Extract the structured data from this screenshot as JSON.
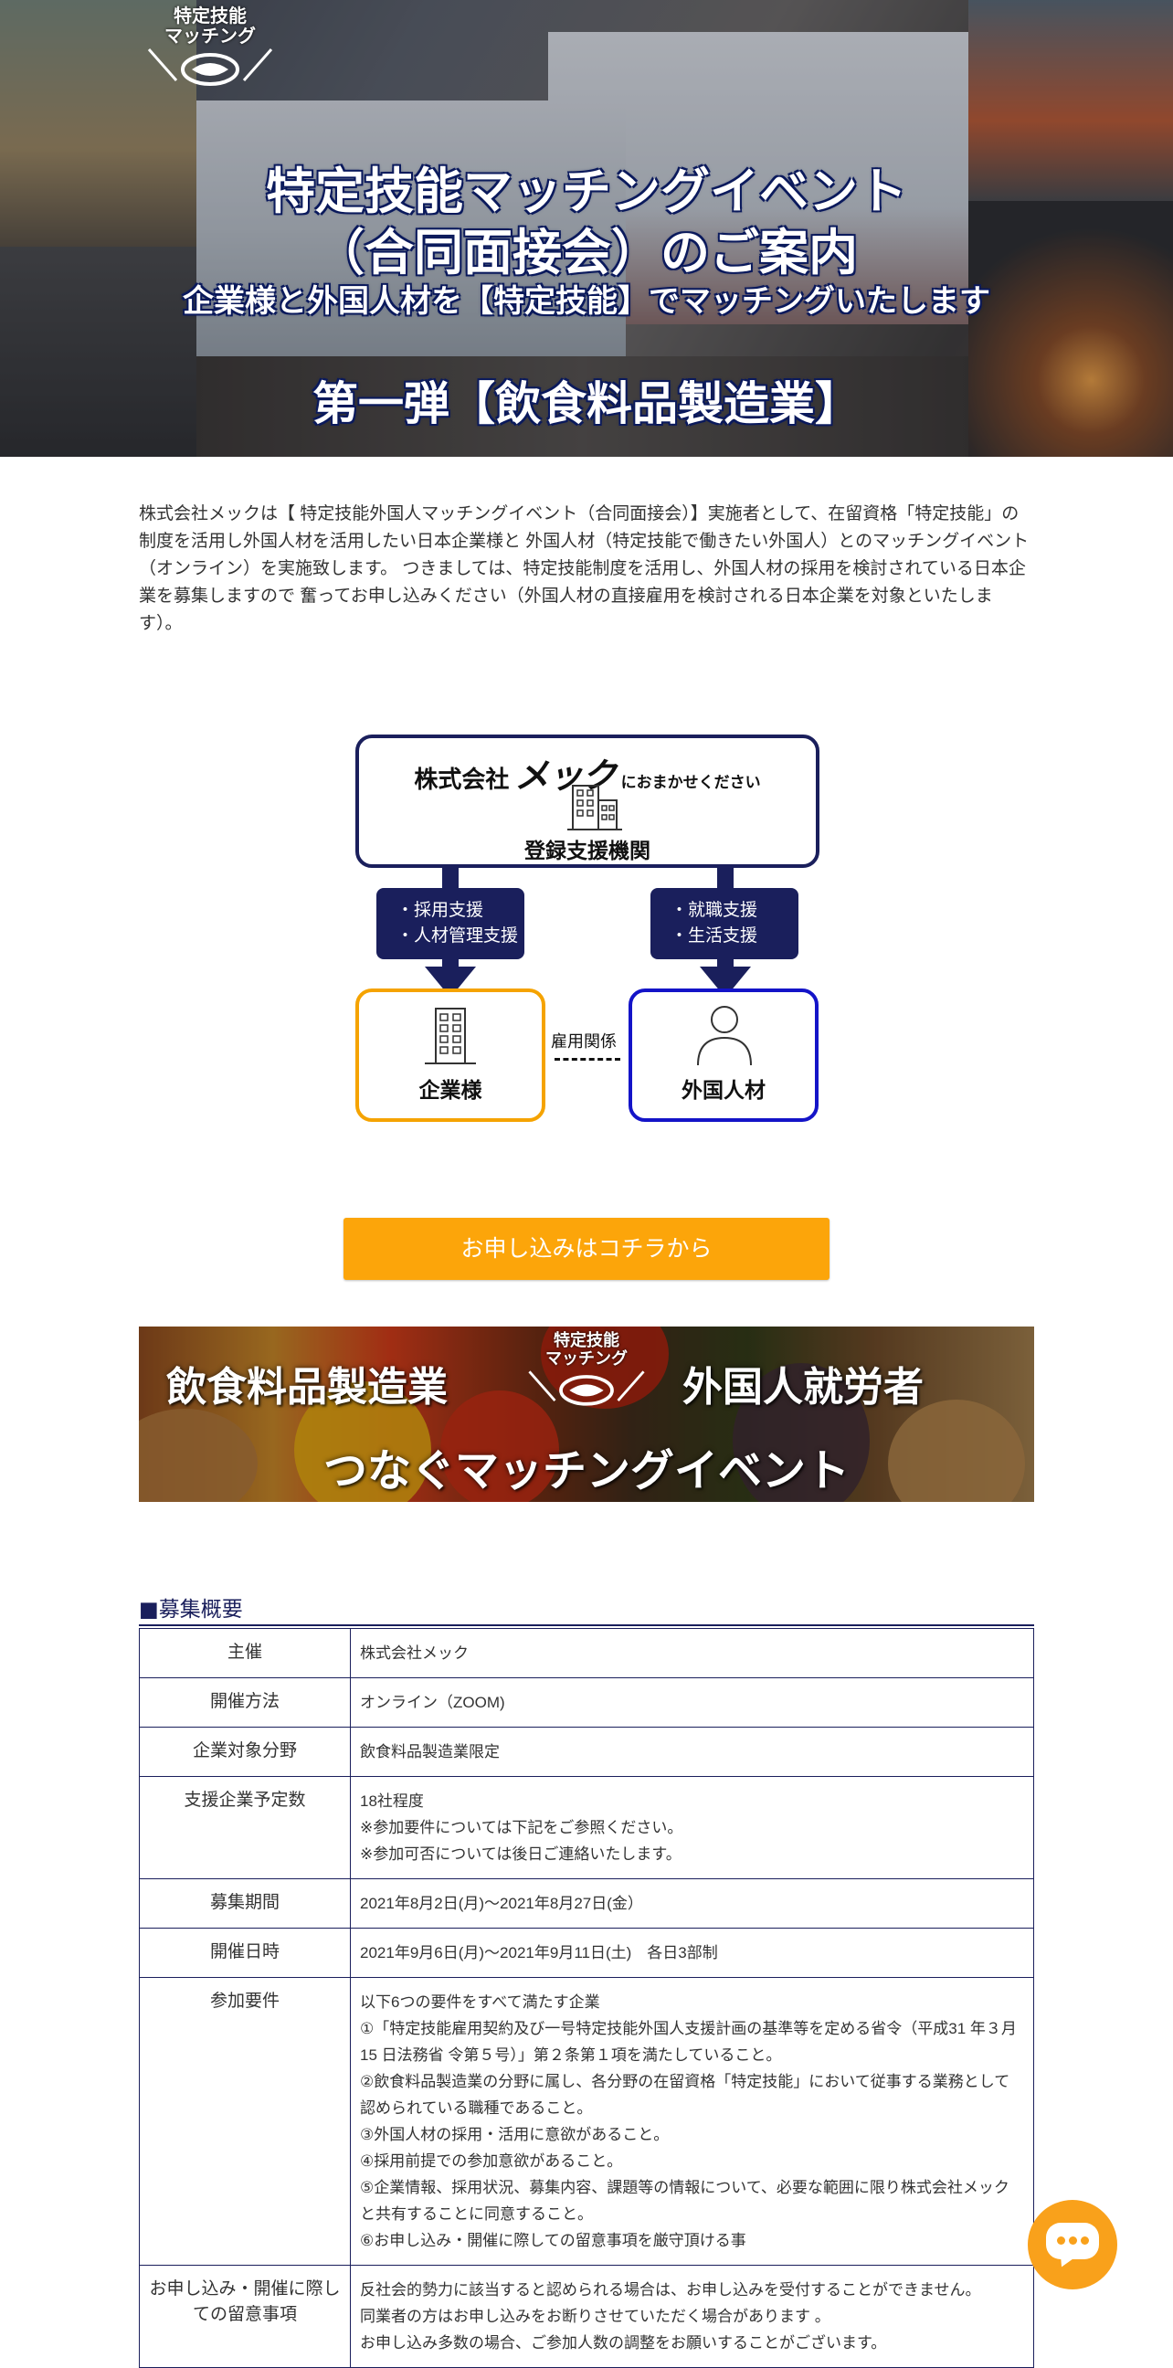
{
  "hero": {
    "logo_line1": "特定技能",
    "logo_line2": "マッチング",
    "title_line1": "特定技能マッチングイベント",
    "title_line2": "（合同面接会）のご案内",
    "subtitle": "企業様と外国人材を【特定技能】でマッチングいたします",
    "edition": "第一弾【飲食料品製造業】"
  },
  "intro": "株式会社メックは【 特定技能外国人マッチングイベント（合同面接会）】実施者として、在留資格「特定技能」の制度を活用し外国人材を活用したい日本企業様と 外国人材（特定技能で働きたい外国人）とのマッチングイベント（オンライン）を実施致します。 つきましては、特定技能制度を活用し、外国人材の採用を検討されている日本企業を募集しますので 奮ってお申し込みください（外国人材の直接雇用を検討される日本企業を対象といたします）。",
  "diagram": {
    "company_prefix": "株式会社",
    "company_name": "メック",
    "company_suffix": "におまかせください",
    "org_label": "登録支援機関",
    "left_support_1": "・採用支援",
    "left_support_2": "・人材管理支援",
    "right_support_1": "・就職支援",
    "right_support_2": "・生活支援",
    "employer_label": "企業様",
    "worker_label": "外国人材",
    "relation_label": "雇用関係"
  },
  "cta": {
    "label": "お申し込みはコチラから"
  },
  "banner": {
    "left": "飲食料品製造業",
    "right": "外国人就労者",
    "bottom": "つなぐマッチングイベント",
    "logo_line1": "特定技能",
    "logo_line2": "マッチング"
  },
  "recruit": {
    "section_title": "■募集概要",
    "rows": [
      {
        "label": "主催",
        "lines": [
          "株式会社メック"
        ]
      },
      {
        "label": "開催方法",
        "lines": [
          "オンライン（ZOOM)"
        ]
      },
      {
        "label": "企業対象分野",
        "lines": [
          "飲食料品製造業限定"
        ]
      },
      {
        "label": "支援企業予定数",
        "lines": [
          "18社程度",
          "※参加要件については下記をご参照ください。",
          "※参加可否については後日ご連絡いたします。"
        ]
      },
      {
        "label": "募集期間",
        "lines": [
          "2021年8月2日(月)～2021年8月27日(金）"
        ]
      },
      {
        "label": "開催日時",
        "lines": [
          "2021年9月6日(月)～2021年9月11日(土)　各日3部制"
        ]
      },
      {
        "label": "参加要件",
        "lines": [
          "以下6つの要件をすべて満たす企業",
          "①「特定技能雇用契約及び一号特定技能外国人支援計画の基準等を定める省令（平成31 年３月15 日法務省 令第５号）」第２条第１項を満たしていること。",
          "②飲食料品製造業の分野に属し、各分野の在留資格「特定技能」において従事する業務として認められている職種であること。",
          "③外国人材の採用・活用に意欲があること。",
          "④採用前提での参加意欲があること。",
          "⑤企業情報、採用状況、募集内容、課題等の情報について、必要な範囲に限り株式会社メックと共有することに同意すること。",
          "⑥お申し込み・開催に際しての留意事項を厳守頂ける事"
        ]
      },
      {
        "label": "お申し込み・開催に際しての留意事項",
        "lines": [
          "反社会的勢力に該当すると認められる場合は、お申し込みを受付することができません。",
          "同業者の方はお申し込みをお断りさせていただく場合があります 。",
          "お申し込み多数の場合、ご参加人数の調整をお願いすることがございます。"
        ]
      }
    ]
  },
  "colors": {
    "navy": "#1a1f5c",
    "orange": "#fca50a",
    "employer_border": "#f5a300",
    "worker_border": "#1414c8",
    "chat": "#f9a11b"
  },
  "icons": {
    "chat": "chat-bubble-icon",
    "building": "building-icon",
    "person": "person-icon",
    "handshake": "handshake-icon"
  }
}
